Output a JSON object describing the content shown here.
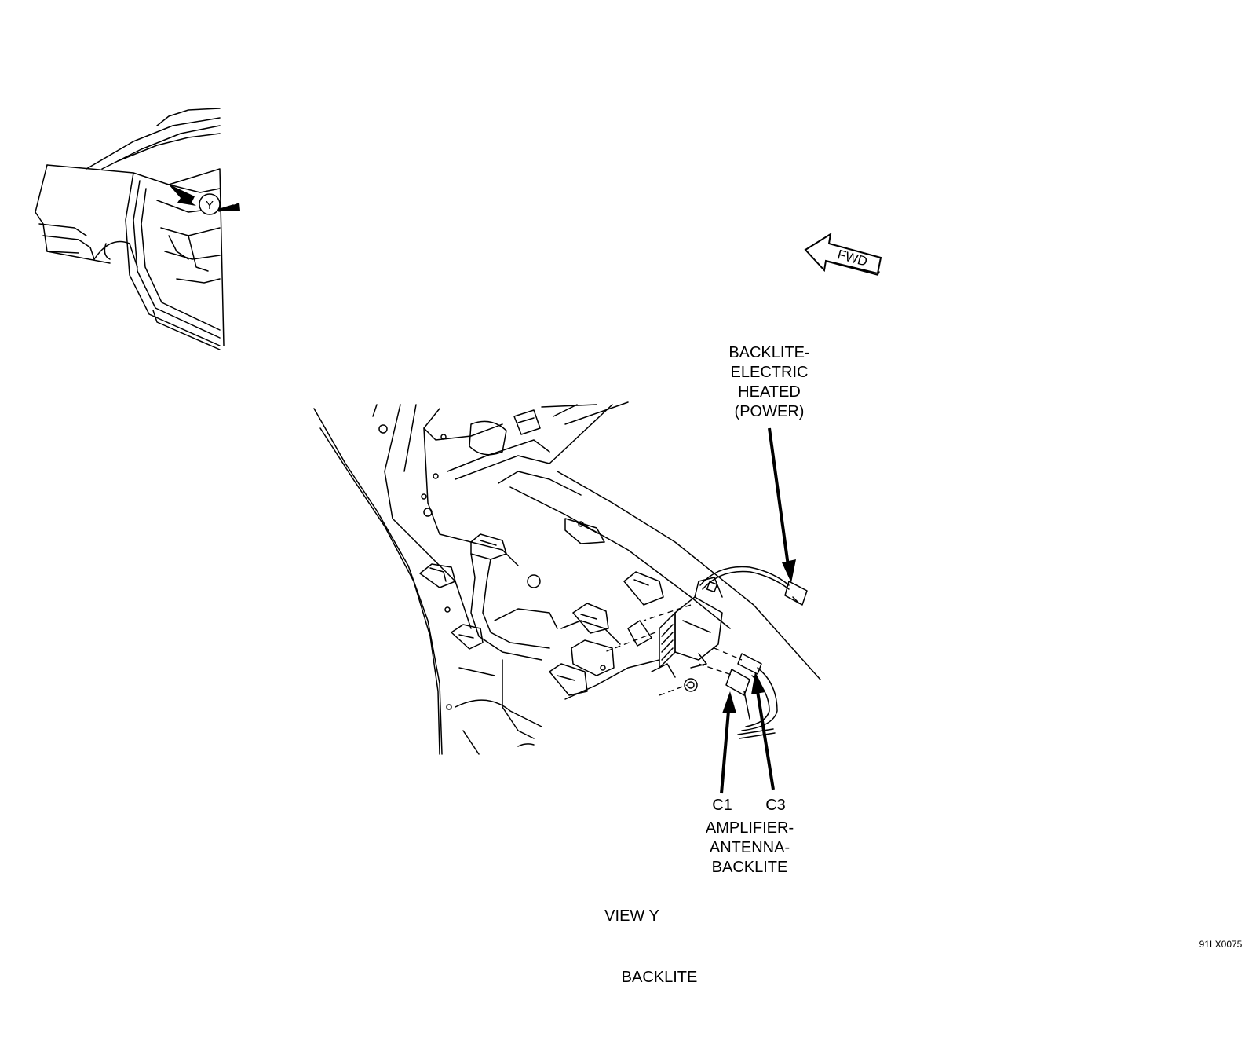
{
  "figure": {
    "view_label": "VIEW Y",
    "caption": "BACKLITE",
    "figure_id": "91LX0075",
    "inset_callout": "Y",
    "fwd_label": "FWD"
  },
  "callouts": {
    "power": [
      "BACKLITE-",
      "ELECTRIC",
      "HEATED",
      "(POWER)"
    ],
    "c1": "C1",
    "c3": "C3",
    "amplifier": [
      "AMPLIFIER-",
      "ANTENNA-",
      "BACKLITE"
    ]
  }
}
